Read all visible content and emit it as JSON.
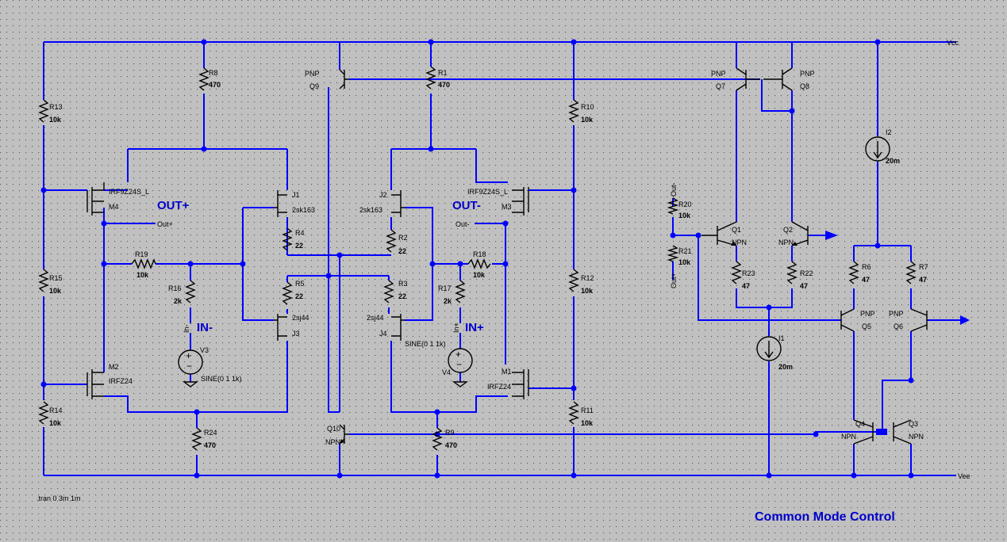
{
  "rails": {
    "vcc": "Vcc",
    "vee": "Vee"
  },
  "directive": ".tran 0 3m 1m",
  "title": "Common Mode Control",
  "nets": {
    "out_plus": "OUT+",
    "out_minus": "OUT-",
    "in_minus": "IN-",
    "in_plus": "IN+",
    "out_plus_small": "Out+",
    "out_minus_small": "Out-",
    "in_minus_small": "In-",
    "in_plus_small": "In+"
  },
  "resistors": {
    "R8": {
      "name": "R8",
      "value": "470"
    },
    "R1": {
      "name": "R1",
      "value": "470"
    },
    "R13": {
      "name": "R13",
      "value": "10k"
    },
    "R15": {
      "name": "R15",
      "value": "10k"
    },
    "R14": {
      "name": "R14",
      "value": "10k"
    },
    "R10": {
      "name": "R10",
      "value": "10k"
    },
    "R12": {
      "name": "R12",
      "value": "10k"
    },
    "R11": {
      "name": "R11",
      "value": "10k"
    },
    "R19": {
      "name": "R19",
      "value": "10k"
    },
    "R18": {
      "name": "R18",
      "value": "10k"
    },
    "R16": {
      "name": "R16",
      "value": "2k"
    },
    "R17": {
      "name": "R17",
      "value": "2k"
    },
    "R4": {
      "name": "R4",
      "value": "22"
    },
    "R5": {
      "name": "R5",
      "value": "22"
    },
    "R2": {
      "name": "R2",
      "value": "22"
    },
    "R3": {
      "name": "R3",
      "value": "22"
    },
    "R24": {
      "name": "R24",
      "value": "470"
    },
    "R9": {
      "name": "R9",
      "value": "470"
    },
    "R20": {
      "name": "R20",
      "value": "10k"
    },
    "R21": {
      "name": "R21",
      "value": "10k"
    },
    "R23": {
      "name": "R23",
      "value": "47"
    },
    "R22": {
      "name": "R22",
      "value": "47"
    },
    "R6": {
      "name": "R6",
      "value": "47"
    },
    "R7": {
      "name": "R7",
      "value": "47"
    }
  },
  "transistors": {
    "Q9": {
      "name": "Q9",
      "model": "PNP"
    },
    "Q10": {
      "name": "Q10",
      "model": "NPN"
    },
    "Q7": {
      "name": "Q7",
      "model": "PNP"
    },
    "Q8": {
      "name": "Q8",
      "model": "PNP"
    },
    "Q1": {
      "name": "Q1",
      "model": "NPN"
    },
    "Q2": {
      "name": "Q2",
      "model": "NPN"
    },
    "Q5": {
      "name": "Q5",
      "model": "PNP"
    },
    "Q6": {
      "name": "Q6",
      "model": "PNP"
    },
    "Q4": {
      "name": "Q4",
      "model": "NPN"
    },
    "Q3": {
      "name": "Q3",
      "model": "NPN"
    },
    "M4": {
      "name": "M4",
      "model": "IRF9Z24S_L"
    },
    "M3": {
      "name": "M3",
      "model": "IRF9Z24S_L"
    },
    "M2": {
      "name": "M2",
      "model": "IRFZ24"
    },
    "M1": {
      "name": "M1",
      "model": "IRFZ24"
    },
    "J1": {
      "name": "J1",
      "model": "2sk163"
    },
    "J2": {
      "name": "J2",
      "model": "2sk163"
    },
    "J3": {
      "name": "J3",
      "model": "2sj44"
    },
    "J4": {
      "name": "J4",
      "model": "2sj44"
    }
  },
  "sources": {
    "V3": {
      "name": "V3",
      "value": "SINE(0 1 1k)"
    },
    "V4": {
      "name": "V4",
      "value": "SINE(0 1 1k)"
    },
    "I1": {
      "name": "I1",
      "value": "20m"
    },
    "I2": {
      "name": "I2",
      "value": "20m"
    }
  }
}
